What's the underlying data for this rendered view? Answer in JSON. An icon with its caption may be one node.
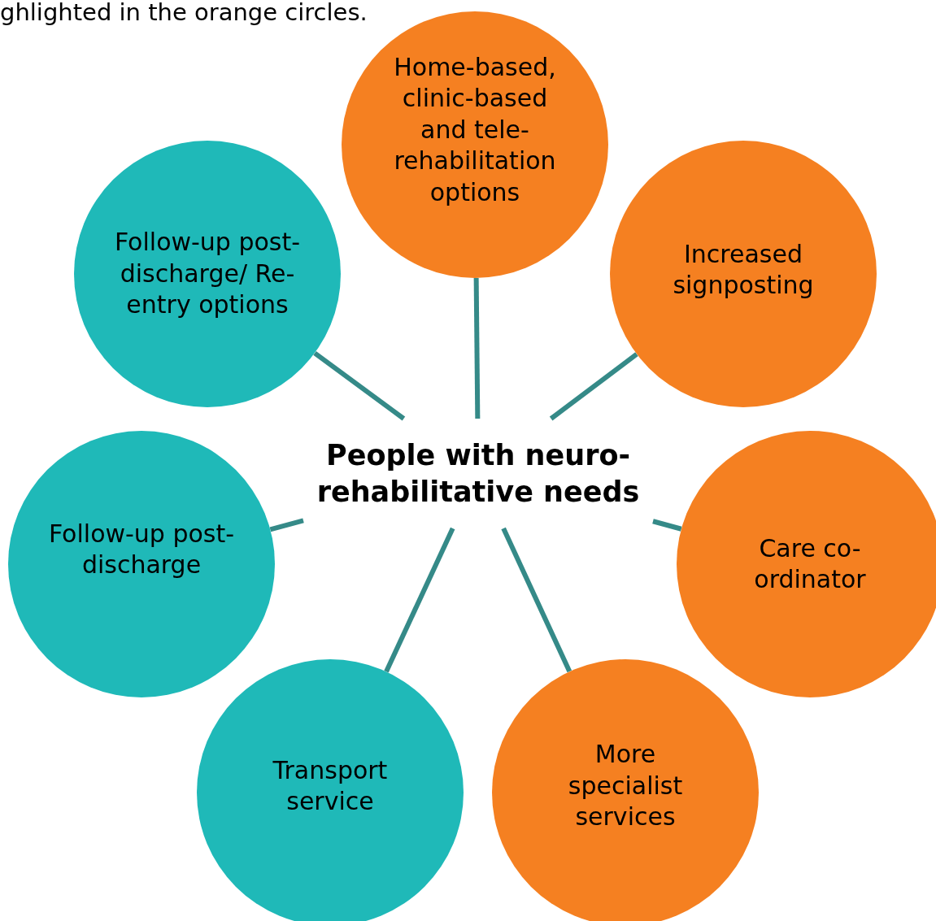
{
  "diagram": {
    "nodes": [
      {
        "text": [
          "People with neuro-rehabilitative needs"
        ]
      },
      {
        "text": [
          "Home-based, clinic-based and tele-rehabilitation options"
        ]
      },
      {
        "text": [
          "Increased signposting"
        ]
      },
      {
        "text": [
          "Care co-ordinator"
        ]
      },
      {
        "text": [
          "More specialist services"
        ]
      },
      {
        "text": [
          "Transport service"
        ]
      },
      {
        "text": [
          "Follow-up post-discharge"
        ]
      },
      {
        "text": [
          "Follow-up post-discharge/ Re-entry options"
        ]
      }
    ],
    "edges": [
      {
        "from": 0,
        "to": 1,
        "arrow": "none"
      },
      {
        "from": 0,
        "to": 2,
        "arrow": "none"
      },
      {
        "from": 0,
        "to": 3,
        "arrow": "none"
      },
      {
        "from": 0,
        "to": 4,
        "arrow": "none"
      },
      {
        "from": 0,
        "to": 5,
        "arrow": "none"
      },
      {
        "from": 0,
        "to": 6,
        "arrow": "none"
      },
      {
        "from": 0,
        "to": 7,
        "arrow": "none"
      }
    ],
    "labels": [
      "ghlighted in the orange circles."
    ]
  }
}
